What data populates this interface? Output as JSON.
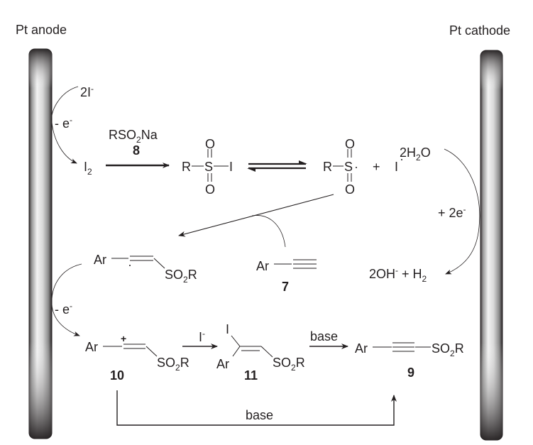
{
  "electrodes": {
    "anode_label": "Pt anode",
    "cathode_label": "Pt cathode"
  },
  "anode_cycle_top": {
    "reactant": "2I",
    "reactant_charge": "-",
    "electron_step": "- e",
    "electron_charge": "-",
    "product": "I",
    "product_sub": "2"
  },
  "step1": {
    "reagent": "RSO",
    "reagent_sub": "2",
    "reagent_tail": "Na",
    "reagent_number": "8"
  },
  "sulfonyl_iodide": {
    "r": "R",
    "s": "S",
    "i": "I",
    "o_top": "O",
    "o_bottom": "O"
  },
  "sulfonyl_radical": {
    "r": "R",
    "s": "S",
    "o_top": "O",
    "o_bottom": "O",
    "plus": "+",
    "iodine_radical": "I"
  },
  "cathode_cycle": {
    "water": "2H",
    "water_sub": "2",
    "water_tail": "O",
    "electrons": "+ 2e",
    "electrons_charge": "-",
    "products_a": "2OH",
    "products_charge": "-",
    "products_b": " + H",
    "products_sub": "2"
  },
  "alkyne": {
    "ar": "Ar",
    "number": "7"
  },
  "vinyl_radical": {
    "ar": "Ar",
    "so2r_a": "SO",
    "so2r_sub": "2",
    "so2r_b": "R"
  },
  "anode_cycle_bottom": {
    "electron_step": "- e",
    "electron_charge": "-"
  },
  "vinyl_cation": {
    "ar": "Ar",
    "charge": "+",
    "so2r_a": "SO",
    "so2r_sub": "2",
    "so2r_b": "R",
    "number": "10"
  },
  "step_iodide": {
    "reagent": "I",
    "reagent_charge": "-"
  },
  "vinyl_iodide": {
    "i": "I",
    "ar": "Ar",
    "so2r_a": "SO",
    "so2r_sub": "2",
    "so2r_b": "R",
    "number": "11"
  },
  "step_base": {
    "reagent": "base"
  },
  "alkynyl_sulfone": {
    "ar": "Ar",
    "so2r_a": "SO",
    "so2r_sub": "2",
    "so2r_b": "R",
    "number": "9"
  },
  "bypass": {
    "reagent": "base"
  }
}
